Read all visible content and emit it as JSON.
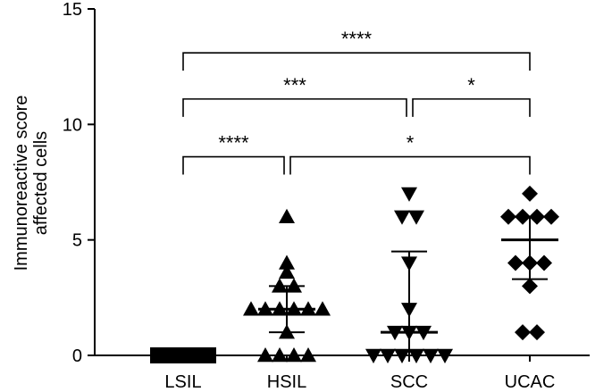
{
  "chart_data": {
    "type": "scatter",
    "ylabel_lines": [
      "Immunoreactive score",
      "affected cells"
    ],
    "ylim": [
      0,
      15
    ],
    "yticks": [
      "0",
      "5",
      "10",
      "15"
    ],
    "categories": [
      "LSIL",
      "HSIL",
      "SCC",
      "UCAC"
    ],
    "groups": [
      {
        "name": "LSIL",
        "marker": "square",
        "points": [
          0,
          0,
          0,
          0,
          0,
          0,
          0,
          0,
          0,
          0,
          0,
          0,
          0,
          0
        ],
        "center": 0,
        "error": [
          0,
          0
        ]
      },
      {
        "name": "HSIL",
        "marker": "triangle-up",
        "points": [
          6,
          4,
          3.6,
          3,
          3,
          2,
          2,
          2,
          2,
          2,
          2,
          1,
          0,
          0,
          0,
          0
        ],
        "center": 2,
        "error": [
          1,
          3
        ]
      },
      {
        "name": "SCC",
        "marker": "triangle-down",
        "points": [
          7,
          6,
          6,
          4,
          2,
          1,
          1,
          1,
          0,
          0,
          0,
          0,
          0,
          0
        ],
        "center": 1,
        "error": [
          0,
          4.5
        ]
      },
      {
        "name": "UCAC",
        "marker": "diamond",
        "points": [
          7,
          6,
          6,
          6,
          6,
          4,
          4,
          4,
          3,
          1,
          1
        ],
        "center": 5,
        "error": [
          3.3,
          6
        ]
      }
    ],
    "significance": [
      {
        "from": "LSIL",
        "to": "UCAC",
        "label": "****",
        "y": 13.1
      },
      {
        "from": "LSIL",
        "to": "SCC",
        "label": "***",
        "y": 11.1
      },
      {
        "from": "SCC",
        "to": "UCAC",
        "label": "*",
        "y": 11.1
      },
      {
        "from": "LSIL",
        "to": "HSIL",
        "label": "****",
        "y": 8.6
      },
      {
        "from": "HSIL",
        "to": "UCAC",
        "label": "*",
        "y": 8.6
      }
    ],
    "colors": {
      "marker": "#000000",
      "axis": "#000000"
    }
  }
}
